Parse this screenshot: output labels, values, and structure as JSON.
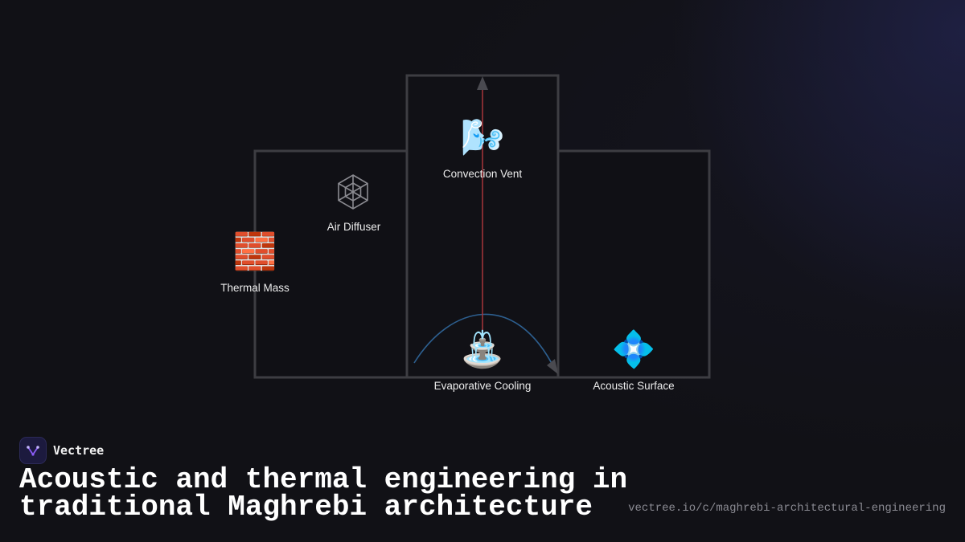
{
  "diagram": {
    "components": [
      {
        "id": "convection_vent",
        "label": "Convection Vent",
        "icon": "wind-face-icon"
      },
      {
        "id": "air_diffuser",
        "label": "Air Diffuser",
        "icon": "web-lattice-icon"
      },
      {
        "id": "thermal_mass",
        "label": "Thermal Mass",
        "icon": "brick-icon"
      },
      {
        "id": "evaporative_cooling",
        "label": "Evaporative Cooling",
        "icon": "fountain-icon"
      },
      {
        "id": "acoustic_surface",
        "label": "Acoustic Surface",
        "icon": "diamond-flower-icon"
      }
    ],
    "emoji": {
      "convection_vent": "🌬️",
      "thermal_mass": "🧱",
      "evaporative_cooling": "⛲",
      "acoustic_surface": "💠"
    },
    "colors": {
      "outline": "#3d3d42",
      "room_fill": "#101015",
      "updraft_line": "#a8363a",
      "arch_line": "#2d5f8f",
      "arrow": "#4a4a50"
    }
  },
  "footer": {
    "brand": "Vectree",
    "title": "Acoustic and thermal engineering in traditional Maghrebi architecture",
    "url": "vectree.io/c/maghrebi-architectural-engineering"
  },
  "theme": {
    "background": "#111116",
    "accent": "#8b5cf6"
  }
}
